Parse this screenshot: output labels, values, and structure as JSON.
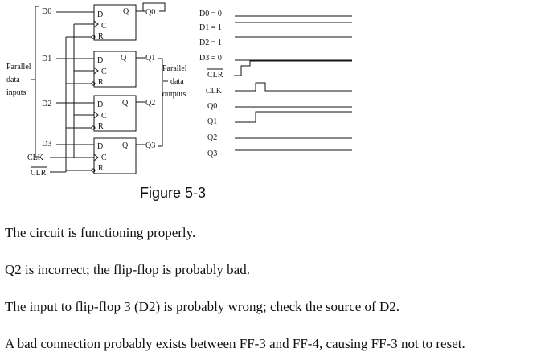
{
  "figure": {
    "caption": "Figure 5-3",
    "group_labels": {
      "parallel_inputs": [
        "Parallel",
        "data",
        "inputs"
      ],
      "parallel_outputs": [
        "Parallel",
        "data",
        "outputs"
      ]
    },
    "inputs": [
      "D0",
      "D1",
      "D2",
      "D3"
    ],
    "clk_label": "CLK",
    "clr_label": "CLR",
    "flipflops": [
      {
        "d_pin": "D",
        "c_pin": "C",
        "r_pin": "R",
        "q_pin": "Q",
        "output": "Q0"
      },
      {
        "d_pin": "D",
        "c_pin": "C",
        "r_pin": "R",
        "q_pin": "Q",
        "output": "Q1"
      },
      {
        "d_pin": "D",
        "c_pin": "C",
        "r_pin": "R",
        "q_pin": "Q",
        "output": "Q2"
      },
      {
        "d_pin": "D",
        "c_pin": "C",
        "r_pin": "R",
        "q_pin": "Q",
        "output": "Q3"
      }
    ],
    "timing_labels": [
      "D0 = 0",
      "D1 = 1",
      "D2 = 1",
      "D3 = 0",
      "CLR",
      "CLK",
      "Q0",
      "Q1",
      "Q2",
      "Q3"
    ]
  },
  "options": [
    "The circuit is functioning properly.",
    "Q2 is incorrect; the flip-flop is probably bad.",
    "The input to flip-flop 3 (D2) is probably wrong; check the source of D2.",
    "A bad connection probably exists between FF-3 and FF-4, causing FF-3 not to reset."
  ]
}
